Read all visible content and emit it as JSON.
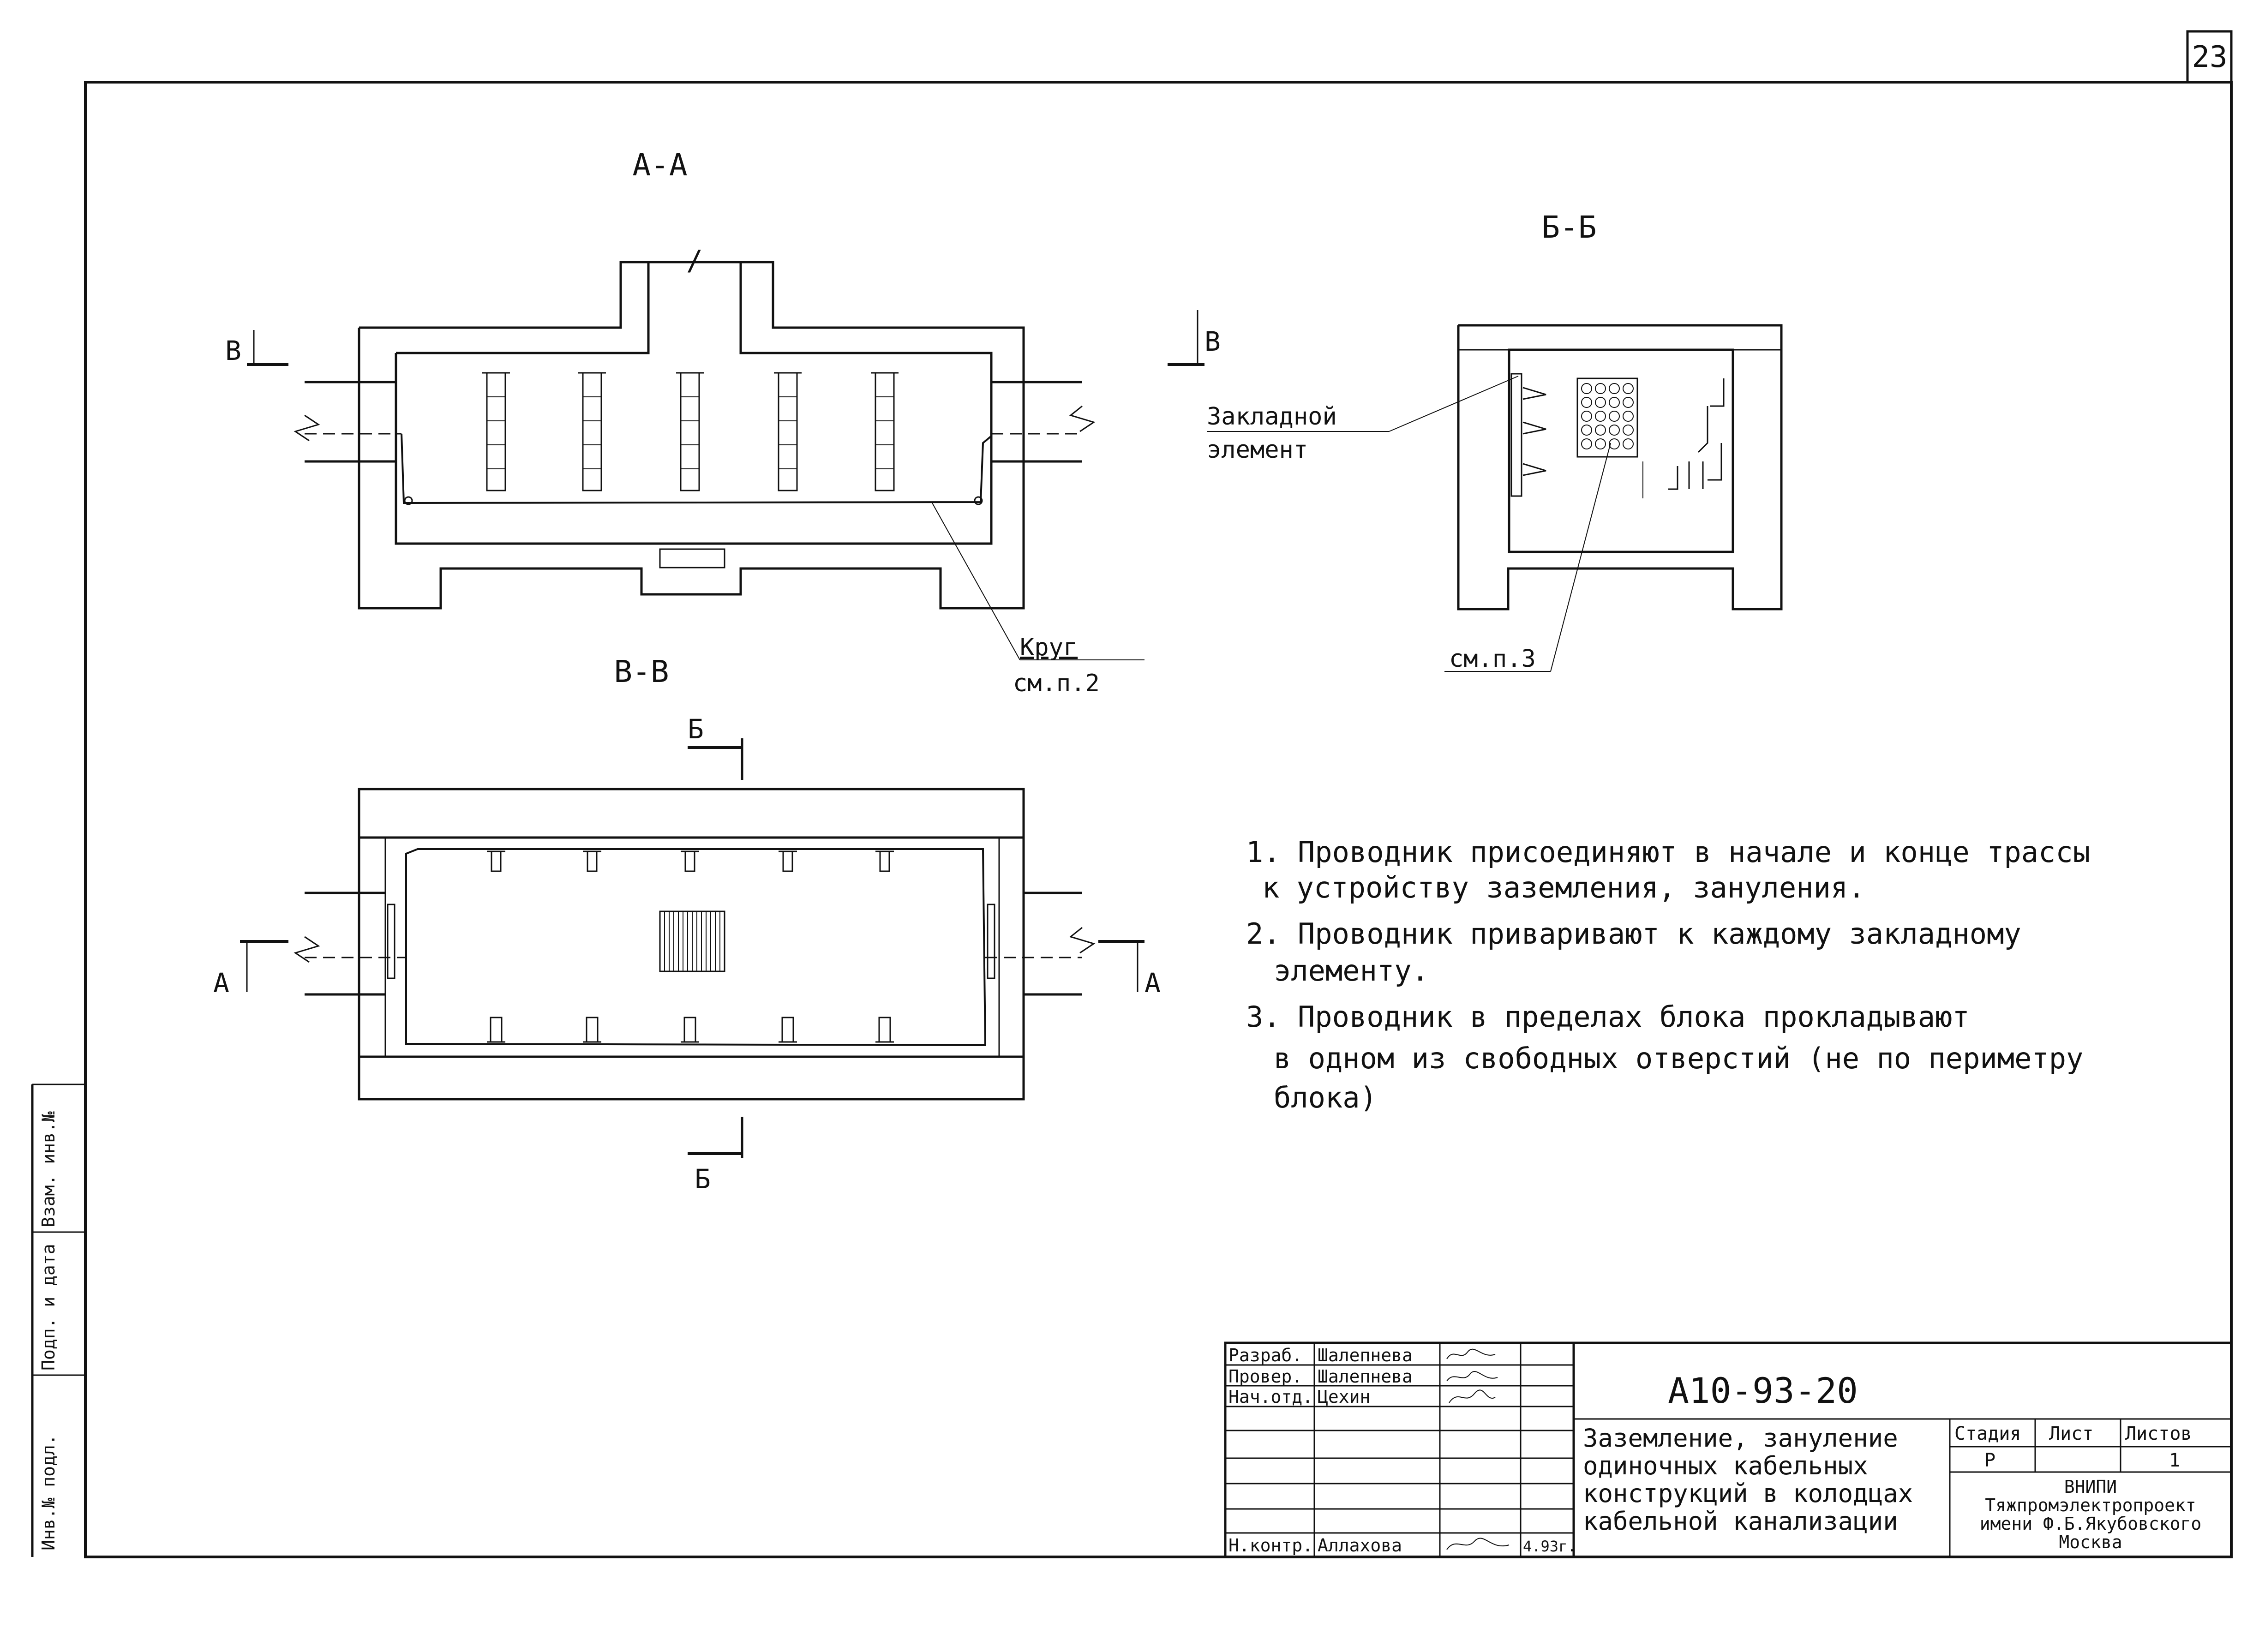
{
  "sheet_number": "23",
  "sections": {
    "aa": "А-А",
    "bb": "Б-Б",
    "vv": "В-В"
  },
  "cut_marks": {
    "v": "В",
    "b": "Б",
    "a": "А"
  },
  "break_mark": "/",
  "callouts": {
    "embedded_element_line1": "Закладной",
    "embedded_element_line2": "элемент",
    "circle_label": "Круг",
    "circle_ref": "см.п.2",
    "bb_ref": "см.п.3"
  },
  "notes": [
    "1. Проводник присоединяют в начале и конце трассы",
    "к устройству заземления, зануления.",
    "2. Проводник приваривают к каждому закладному",
    "элементу.",
    "3. Проводник в пределах блока прокладывают",
    "в одном из свободных отверстий (не по периметру",
    "блока)"
  ],
  "stamp": {
    "designation": "А10-93-20",
    "title_lines": [
      "Заземление, зануление",
      "одиночных кабельных",
      "конструкций в колодцах",
      "кабельной канализации"
    ],
    "roles": [
      {
        "role": "Разраб.",
        "name": "Шалепнева"
      },
      {
        "role": "Провер.",
        "name": "Шалепнева"
      },
      {
        "role": "Нач.отд.",
        "name": "Цехин"
      },
      {
        "role": "Н.контр.",
        "name": "Аллахова"
      }
    ],
    "date": "4.93г.",
    "stage_header": "Стадия",
    "sheet_header": "Лист",
    "sheets_header": "Листов",
    "stage_value": "Р",
    "sheets_value": "1",
    "org_lines": [
      "ВНИПИ",
      "Тяжпромэлектропроект",
      "имени Ф.Б.Якубовского",
      "Москва"
    ]
  },
  "margin_labels": [
    "Взам. инв.№",
    "Подп. и дата",
    "Инв.№ подл."
  ]
}
